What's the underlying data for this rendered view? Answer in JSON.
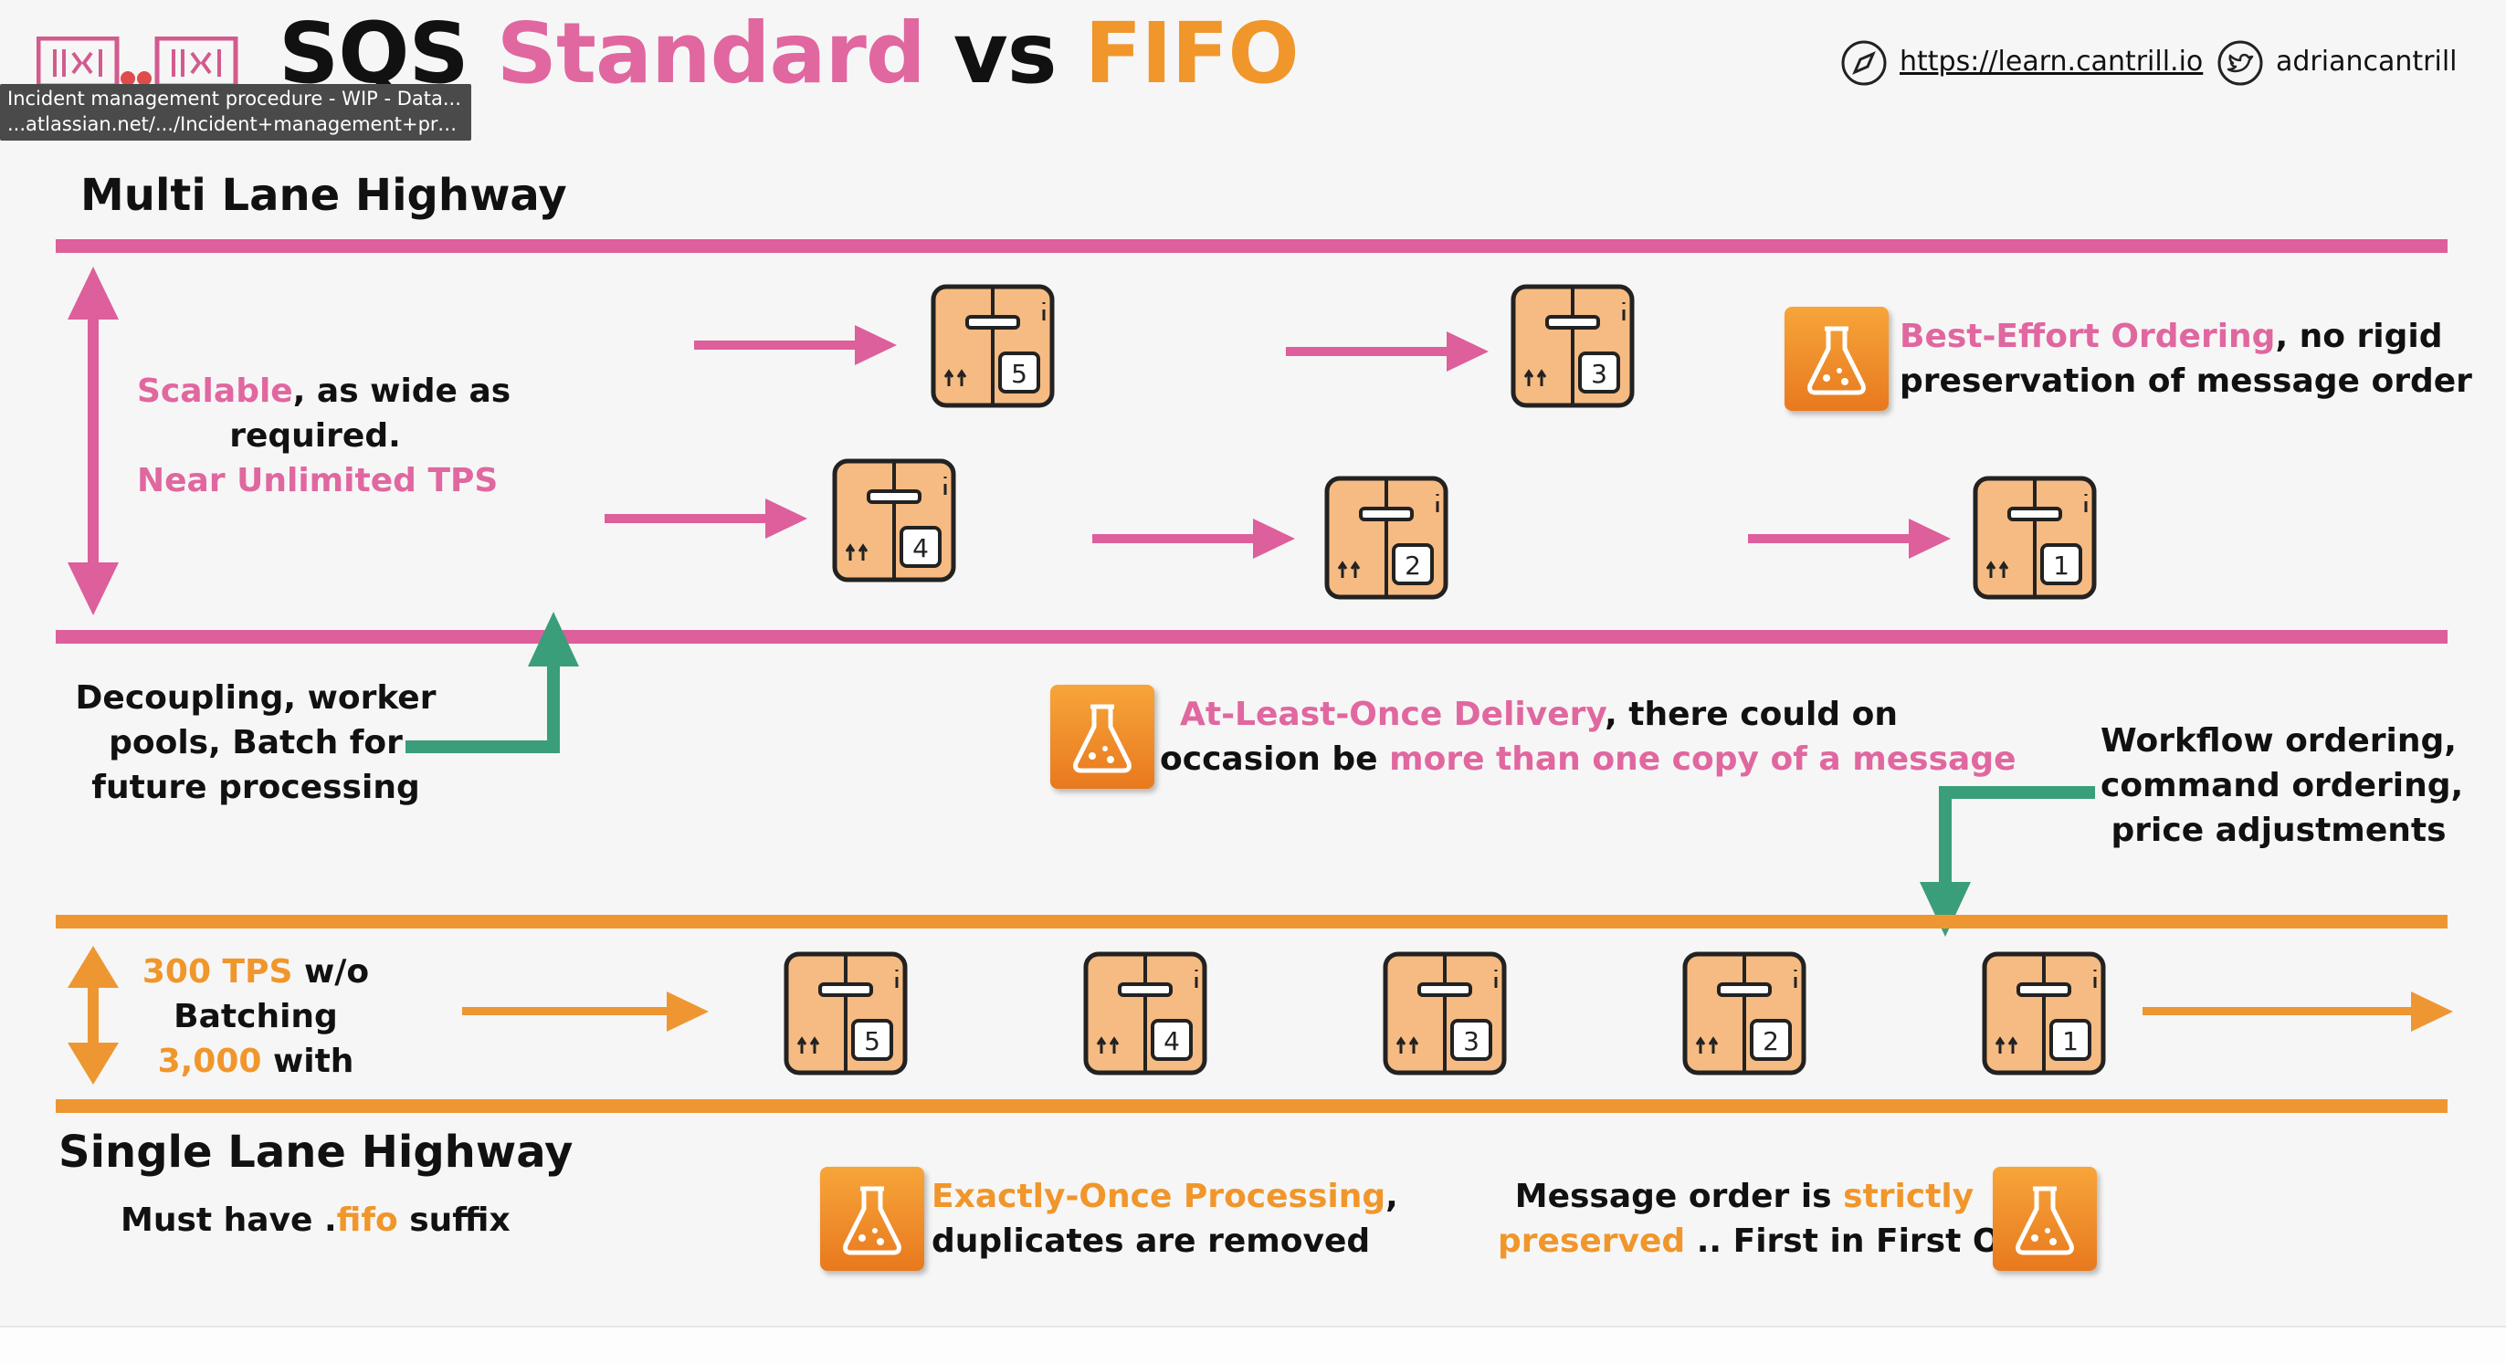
{
  "header": {
    "title_sqs": "SQS",
    "title_standard": "Standard",
    "title_vs": "vs",
    "title_fifo": "FIFO",
    "link_url": "https://learn.cantrill.io",
    "twitter_handle": "adriancantrill",
    "compass_icon": "compass-icon",
    "twitter_icon": "twitter-bird-icon"
  },
  "tooltip": {
    "line1": "Incident management procedure - WIP - Data...",
    "line2": "...atlassian.net/.../Incident+management+proc..."
  },
  "standard": {
    "lane_title": "Multi Lane Highway",
    "scalable_1": "Scalable",
    "scalable_2": ", as wide as",
    "scalable_3": "required.",
    "scalable_4": "Near Unlimited TPS",
    "best_effort_1": "Best-Effort Ordering",
    "best_effort_2": ", no rigid",
    "best_effort_3": "preservation of message order",
    "decoupling_1": "Decoupling, worker",
    "decoupling_2": "pools, Batch for",
    "decoupling_3": "future processing",
    "alo_1": "At-Least-Once Delivery",
    "alo_2": ", there could on",
    "alo_3": "occasion be ",
    "alo_4": "more than one copy of a message",
    "messages": [
      "5",
      "3",
      "4",
      "2",
      "1"
    ]
  },
  "fifo": {
    "lane_title": "Single Lane Highway",
    "suffix_1": "Must have .",
    "suffix_2": "fifo",
    "suffix_3": " suffix",
    "tps_1": "300 TPS",
    "tps_2": " w/o",
    "tps_3": "Batching",
    "tps_4": "3,000",
    "tps_5": " with",
    "workflow_1": "Workflow ordering,",
    "workflow_2": "command ordering,",
    "workflow_3": "price adjustments",
    "exactly_1": "Exactly-Once Processing",
    "exactly_2": ",",
    "exactly_3": "duplicates are removed",
    "order_1": "Message order is ",
    "order_2": "strictly",
    "order_3": "preserved",
    "order_4": " .. First in First Out",
    "messages": [
      "5",
      "4",
      "3",
      "2",
      "1"
    ]
  },
  "colors": {
    "pink": "#dd5f9b",
    "orange": "#ee9632",
    "green": "#3a9e7a",
    "box_fill": "#f6bb82"
  }
}
